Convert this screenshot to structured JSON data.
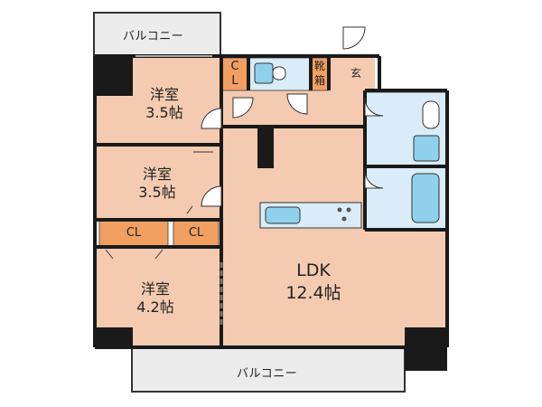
{
  "floor_plan": {
    "balcony_top": "バルコニー",
    "balcony_bottom": "バルコニー",
    "rooms": {
      "bedroom_top": {
        "name": "洋室",
        "size": "3.5帖"
      },
      "bedroom_middle": {
        "name": "洋室",
        "size": "3.5帖"
      },
      "bedroom_bottom": {
        "name": "洋室",
        "size": "4.2帖"
      },
      "ldk": {
        "name": "LDK",
        "size": "12.4帖"
      }
    },
    "closets": {
      "top_c": "C",
      "top_l": "L",
      "left": "CL",
      "right": "CL"
    },
    "shoe_cabinet": {
      "line1": "靴",
      "line2": "箱"
    },
    "entrance": "玄"
  },
  "colors": {
    "room_floor": "#f4cbb0",
    "closet": "#f29f62",
    "wet_area": "#d9ecf8",
    "fixture": "#8fd0ec",
    "balcony": "#ececec",
    "wall": "#1a1a1a"
  }
}
